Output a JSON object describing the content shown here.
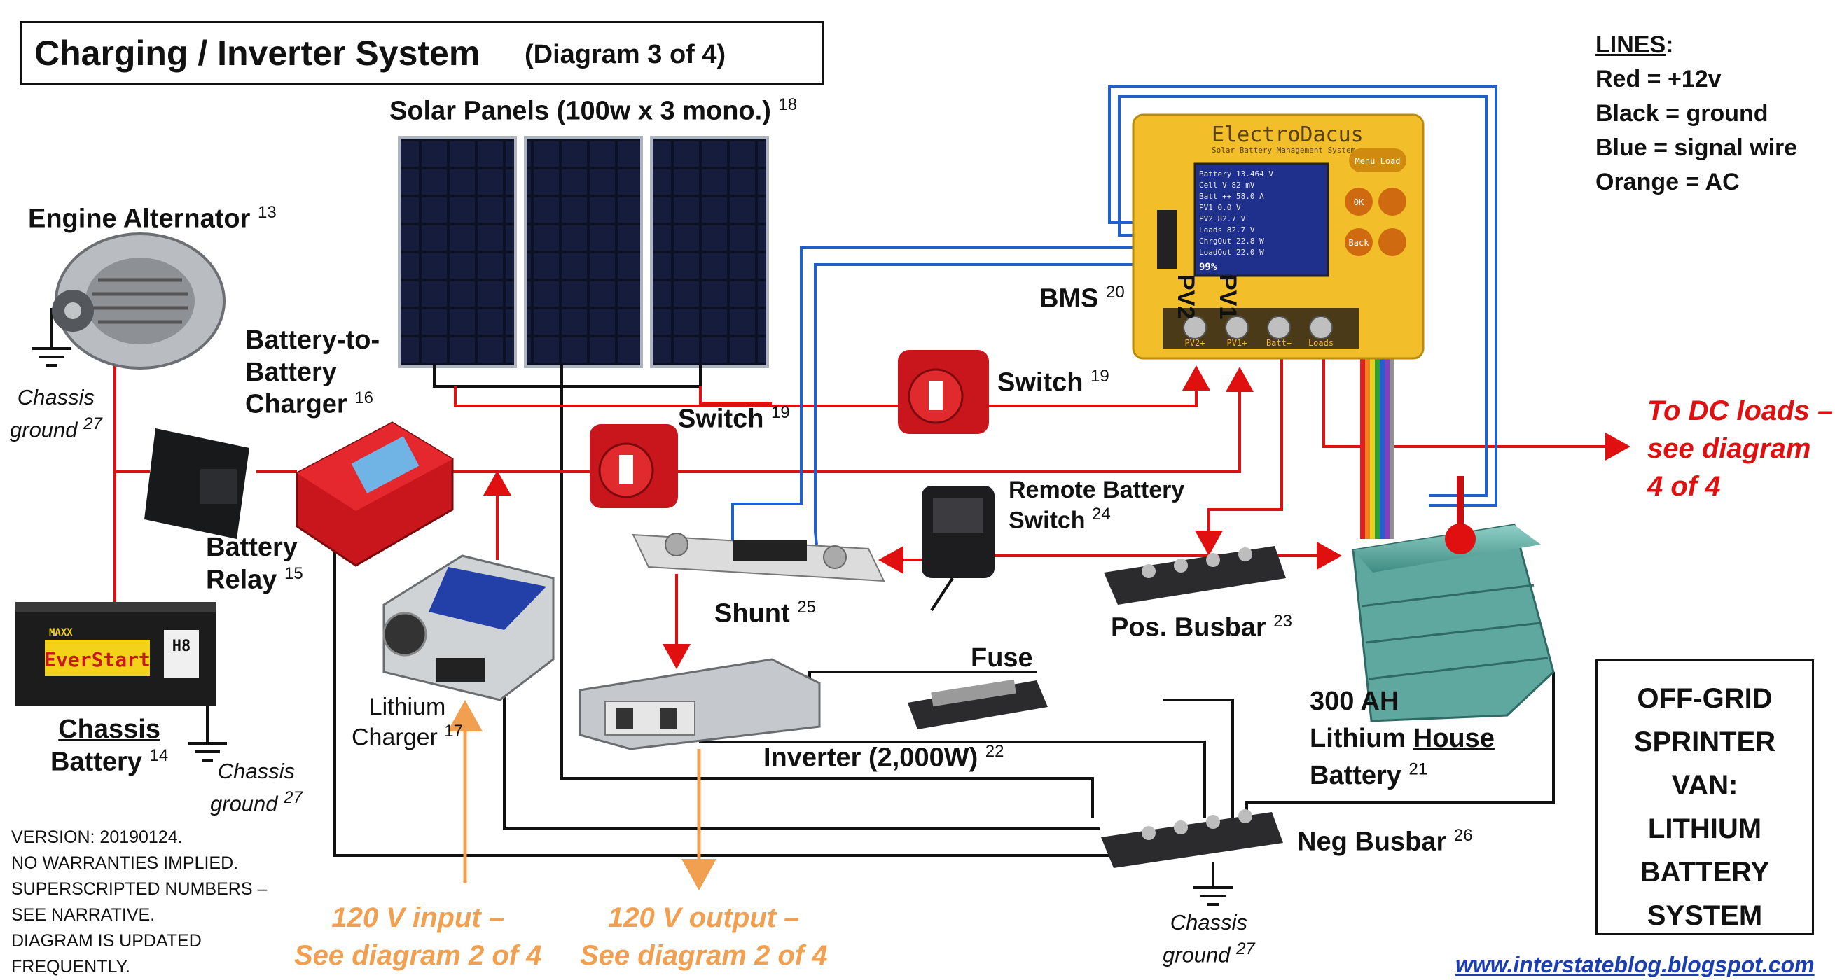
{
  "title": {
    "main": "Charging / Inverter System",
    "sub": "(Diagram 3 of 4)"
  },
  "legend": {
    "heading": "LINES",
    "heading_colon": ":",
    "items": [
      "Red = +12v",
      "Black = ground",
      "Blue = signal wire",
      "Orange = AC"
    ]
  },
  "components": {
    "solar": {
      "label": "Solar Panels (100w x 3 mono.)",
      "num": "18"
    },
    "alternator": {
      "label": "Engine Alternator",
      "num": "13"
    },
    "chassis_ground_left": {
      "line1": "Chassis",
      "line2": "ground",
      "num": "27"
    },
    "b2b": {
      "line1": "Battery-to-",
      "line2": "Battery",
      "line3": "Charger",
      "num": "16"
    },
    "relay": {
      "line1": "Battery",
      "line2": "Relay",
      "num": "15"
    },
    "chassis_battery": {
      "line1": "Chassis",
      "line2": "Battery",
      "num": "14"
    },
    "chassis_ground_mid": {
      "line1": "Chassis",
      "line2": "ground",
      "num": "27"
    },
    "lithium_charger": {
      "line1": "Lithium",
      "line2": "Charger",
      "num": "17"
    },
    "switch_left": {
      "label": "Switch",
      "num": "19"
    },
    "switch_right": {
      "label": "Switch",
      "num": "19"
    },
    "bms": {
      "label": "BMS",
      "num": "20"
    },
    "remote_switch": {
      "line1": "Remote Battery",
      "line2": "Switch",
      "num": "24"
    },
    "shunt": {
      "label": "Shunt",
      "num": "25"
    },
    "pos_busbar": {
      "label": "Pos. Busbar",
      "num": "23"
    },
    "fuse": {
      "label": "Fuse"
    },
    "inverter": {
      "label": "Inverter (2,000W)",
      "num": "22"
    },
    "house_battery": {
      "line1": "300 AH",
      "line2_a": "Lithium ",
      "line2_b": "House",
      "line3": "Battery",
      "num": "21"
    },
    "neg_busbar": {
      "label": "Neg Busbar",
      "num": "26"
    },
    "chassis_ground_bottom": {
      "line1": "Chassis",
      "line2": "ground",
      "num": "27"
    }
  },
  "bms_screen": {
    "brand": "ElectroDacus",
    "tagline": "Solar Battery Management System",
    "menu_button": "Menu Load",
    "ok_button": "OK",
    "back_button": "Back",
    "terminals": [
      "PV2+",
      "PV1+",
      "Batt+",
      "Loads"
    ],
    "side_labels": [
      "PV2",
      "PV1"
    ],
    "rows": [
      "Battery 13.464 V",
      "Cell  V   82 mV",
      "Batt  ++  58.0 A",
      "PV1        0.0 V",
      "PV2       82.7 V",
      "Loads     82.7 V",
      "ChrgOut   22.8 W",
      "LoadOut   22.0 W"
    ],
    "status": "99%"
  },
  "chassis_battery_brand": {
    "brand": "EverStart",
    "badge": "H8",
    "maxx": "MAXX"
  },
  "dc_loads_note": {
    "line1": "To DC loads –",
    "line2": "see diagram",
    "line3": "4 of 4"
  },
  "input_note": {
    "line1": "120 V input –",
    "line2": "See diagram 2 of 4"
  },
  "output_note": {
    "line1": "120 V output –",
    "line2": "See diagram 2 of 4"
  },
  "offgrid_box": {
    "lines": [
      "OFF-GRID",
      "SPRINTER",
      "VAN:",
      "LITHIUM",
      "BATTERY",
      "SYSTEM"
    ]
  },
  "version_note": {
    "lines": [
      "VERSION:  20190124.",
      "NO WARRANTIES IMPLIED.",
      "SUPERSCRIPTED NUMBERS –",
      "SEE NARRATIVE.",
      "DIAGRAM IS UPDATED",
      "FREQUENTLY."
    ]
  },
  "url": "www.interstateblog.blogspot.com",
  "colors": {
    "red_wire": "#e01010",
    "black_wire": "#111111",
    "blue_wire": "#1f5fd0",
    "orange_wire": "#f0a050",
    "bms_yellow": "#f2bf2a",
    "battery_teal": "#5fa8a0"
  }
}
